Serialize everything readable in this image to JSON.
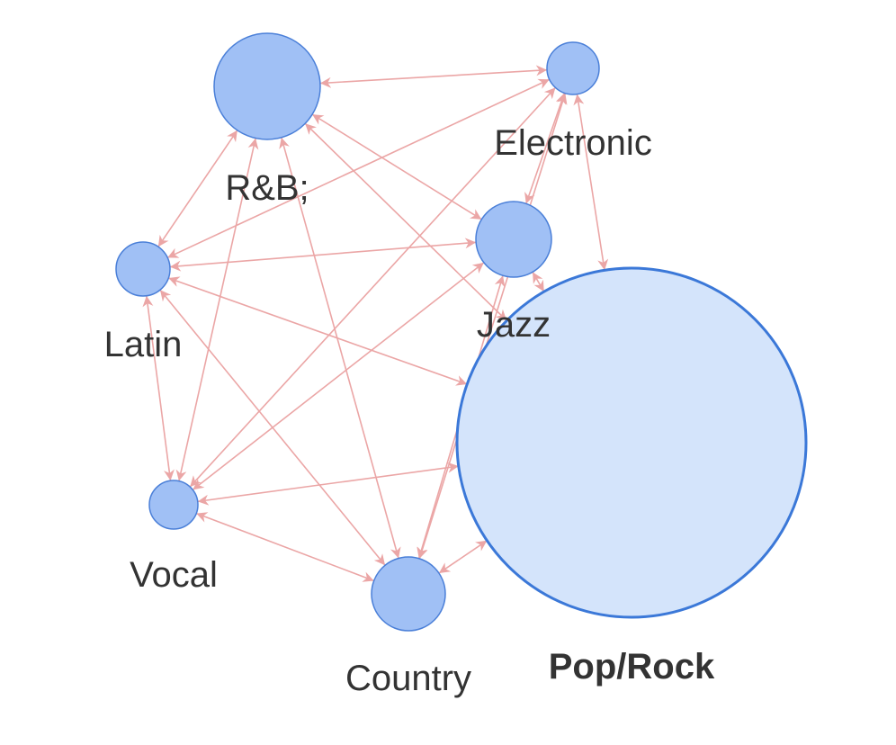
{
  "colors": {
    "edge": "#eba6a6",
    "node_fill": "#a0c0f5",
    "node_stroke": "#4a7fd8",
    "highlight_fill": "#d4e4fb",
    "highlight_stroke": "#3b78d8",
    "label": "#333333"
  },
  "nodes": [
    {
      "id": "rnb",
      "label": "R&B;",
      "highlight": false
    },
    {
      "id": "electronic",
      "label": "Electronic",
      "highlight": false
    },
    {
      "id": "latin",
      "label": "Latin",
      "highlight": false
    },
    {
      "id": "jazz",
      "label": "Jazz",
      "highlight": false
    },
    {
      "id": "poprock",
      "label": "Pop/Rock",
      "highlight": true
    },
    {
      "id": "vocal",
      "label": "Vocal",
      "highlight": false
    },
    {
      "id": "country",
      "label": "Country",
      "highlight": false
    }
  ],
  "edges": [
    [
      "rnb",
      "electronic"
    ],
    [
      "rnb",
      "latin"
    ],
    [
      "rnb",
      "jazz"
    ],
    [
      "rnb",
      "poprock"
    ],
    [
      "rnb",
      "vocal"
    ],
    [
      "rnb",
      "country"
    ],
    [
      "electronic",
      "latin"
    ],
    [
      "electronic",
      "jazz"
    ],
    [
      "electronic",
      "poprock"
    ],
    [
      "electronic",
      "vocal"
    ],
    [
      "electronic",
      "country"
    ],
    [
      "latin",
      "jazz"
    ],
    [
      "latin",
      "poprock"
    ],
    [
      "latin",
      "vocal"
    ],
    [
      "latin",
      "country"
    ],
    [
      "jazz",
      "poprock"
    ],
    [
      "jazz",
      "vocal"
    ],
    [
      "jazz",
      "country"
    ],
    [
      "poprock",
      "vocal"
    ],
    [
      "poprock",
      "country"
    ],
    [
      "vocal",
      "country"
    ]
  ]
}
